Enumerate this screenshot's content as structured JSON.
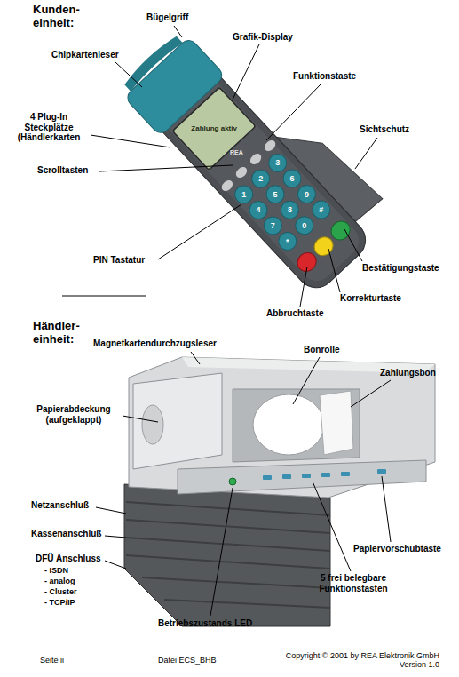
{
  "diagram": {
    "labels": [
      "Kunden- einheit:",
      "Bügelgriff",
      "Chipkartenleser",
      "Grafik-Display",
      "Funktionstaste",
      "4 Plug-In Steckplätze (Händlerkarten",
      "Sichtschutz",
      "Scrolltasten",
      "Bestätigungstaste",
      "PIN Tastatur",
      "Korrekturtaste",
      "Abbruchtaste",
      "Händler- einheit:",
      "Magnetkartendurchzugsleser",
      "Bonrolle",
      "Zahlungsbon",
      "Papierabdeckung (aufgeklappt)",
      "Netzanschluß",
      "Kassenanschluß",
      "DFÜ Anschluss",
      "- ISDN",
      "- analog",
      "- Cluster",
      "- TCP/IP",
      "Papiervorschubtaste",
      "5 frei belegbare Funktionstasten",
      "Betriebszustands LED",
      "Seite ii",
      "Datei ECS_BHB",
      "Copyright © 2001 by REA Elektronik GmbH Version 1.0",
      "Zahlung aktiv",
      "REA",
      "1",
      "2",
      "3",
      "4",
      "5",
      "6",
      "7",
      "8",
      "9",
      "*",
      "0",
      "#"
    ]
  }
}
